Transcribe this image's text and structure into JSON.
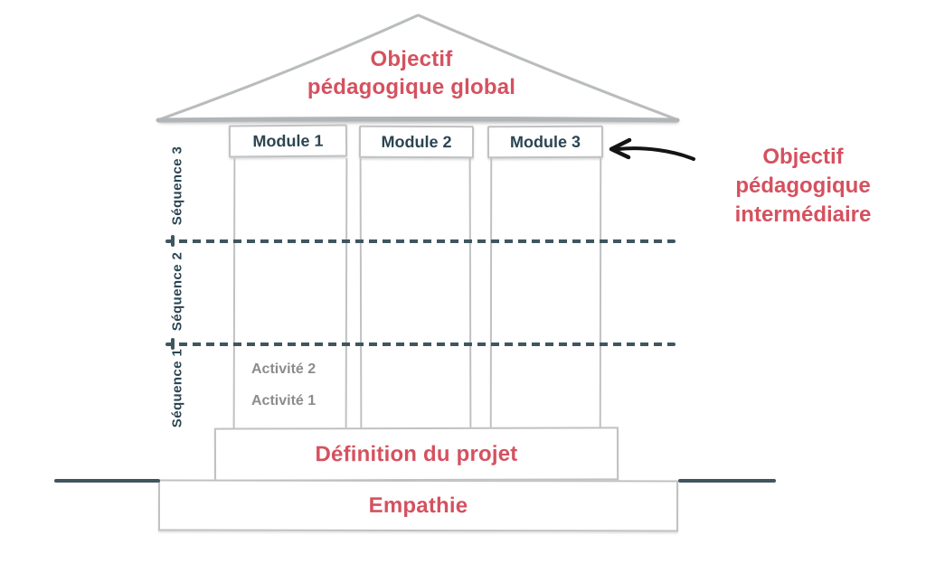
{
  "colors": {
    "accent_red": "#d5515f",
    "dark_teal": "#2b4552",
    "sketch_gray": "#c0c1c3",
    "muted_gray": "#8c8c8e",
    "slate": "#3f565f",
    "arrow_black": "#141414"
  },
  "roof": {
    "line1": "Objectif",
    "line2": "pédagogique global"
  },
  "modules": [
    {
      "label": "Module 1"
    },
    {
      "label": "Module 2"
    },
    {
      "label": "Module 3"
    }
  ],
  "sequences": [
    {
      "label": "Séquence 3"
    },
    {
      "label": "Séquence 2"
    },
    {
      "label": "Séquence 1"
    }
  ],
  "activities": [
    {
      "label": "Activité 2"
    },
    {
      "label": "Activité 1"
    }
  ],
  "foundation": {
    "definition": "Définition du projet",
    "empathy": "Empathie"
  },
  "annotation": {
    "line1": "Objectif",
    "line2": "pédagogique",
    "line3": "intermédiaire"
  }
}
